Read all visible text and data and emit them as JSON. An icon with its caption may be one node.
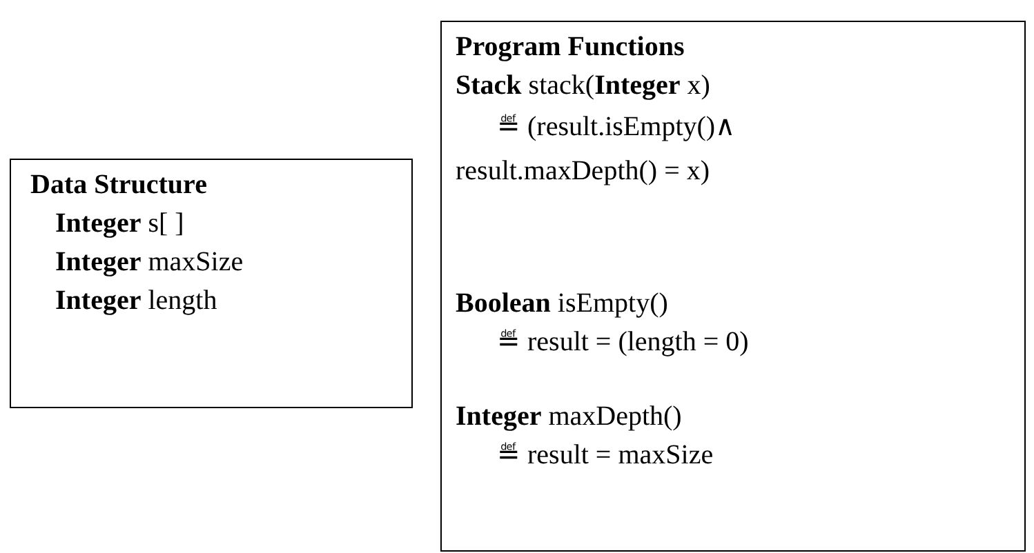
{
  "diagram": {
    "nodes": [
      {
        "text": [
          "Data Structure",
          "**Integer** s[ ]",
          "**Integer** maxSize",
          "**Integer** length"
        ]
      },
      {
        "text": [
          "Program Functions",
          "**Stack** stack(**Integer** x)",
          "≝ (result.isEmpty()∧ result.maxDepth() = x)",
          "**Boolean** isEmpty()",
          "≝ result = (length = 0)",
          "**Integer** maxDepth()",
          "≝ result = maxSize"
        ]
      }
    ]
  }
}
